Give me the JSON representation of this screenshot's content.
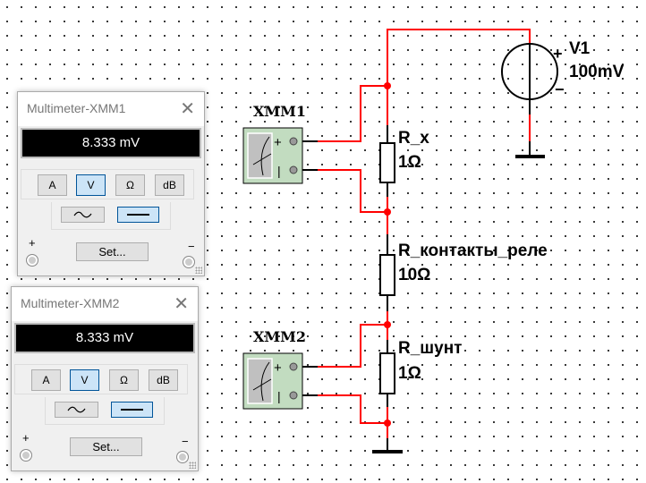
{
  "multimeters": [
    {
      "title": "Multimeter-XMM1",
      "display": "8.333 mV",
      "modes": [
        "A",
        "V",
        "Ω",
        "dB"
      ],
      "selected_mode": "V",
      "signal": [
        "~",
        "—"
      ],
      "selected_signal": "DC",
      "set_label": "Set...",
      "plus": "+",
      "minus": "−",
      "close": "✕"
    },
    {
      "title": "Multimeter-XMM2",
      "display": "8.333 mV",
      "modes": [
        "A",
        "V",
        "Ω",
        "dB"
      ],
      "selected_mode": "V",
      "signal": [
        "~",
        "—"
      ],
      "selected_signal": "DC",
      "set_label": "Set...",
      "plus": "+",
      "minus": "−",
      "close": "✕"
    }
  ],
  "schematic": {
    "wire_color": "#ff0000",
    "xmm1_label": "XMM1",
    "xmm2_label": "XMM2",
    "v1_name": "V1",
    "v1_value": "100mV",
    "v1_plus": "+",
    "v1_minus": "−",
    "r1_name": "R_x",
    "r1_value": "1Ω",
    "r2_name": "R_контакты_реле",
    "r2_value": "10Ω",
    "r3_name": "R_шунт",
    "r3_value": "1Ω",
    "meter_plus": "+",
    "meter_minus": "|"
  }
}
